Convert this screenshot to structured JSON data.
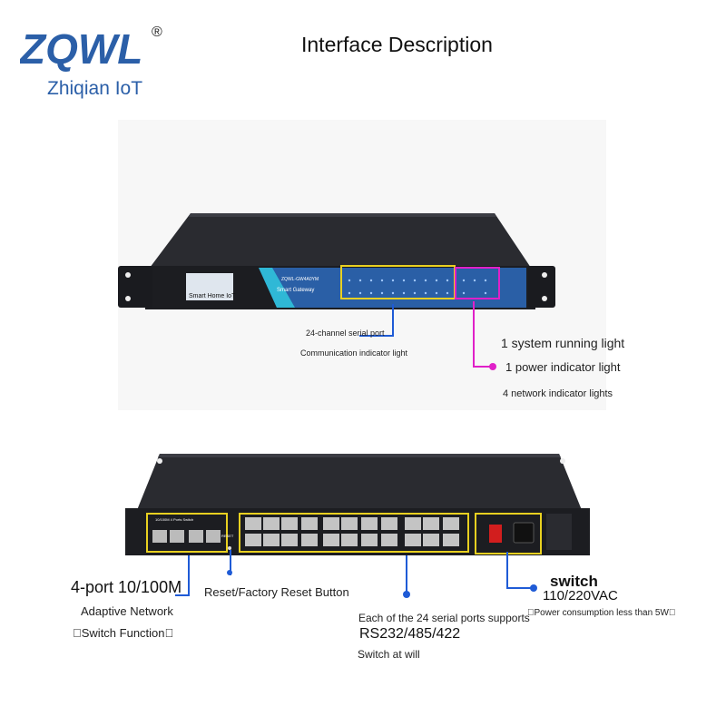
{
  "brand": {
    "logo_text": "ZQWL",
    "registered_mark": "®",
    "subtitle": "Zhiqian IoT"
  },
  "title": "Interface Description",
  "front_panel": {
    "logo_caption": "Smart Home IoT",
    "model_label": "ZQWL-GW4A0YM",
    "product_label": "Smart Gateway",
    "serial_callout": {
      "line1": "24-channel serial port",
      "line2": "Communication indicator light"
    },
    "indicator_callout": {
      "line1": "1 system running light",
      "line2": "1 power indicator light",
      "line3": "4 network indicator lights"
    }
  },
  "back_panel": {
    "switch_panel_label": "10/100M 4 Ports Switch",
    "reset_label": "RESET",
    "network_callout": {
      "line1": "4-port 10/100M",
      "line2": "Adaptive Network",
      "line3": "\u0000Switch Function\u0000"
    },
    "reset_callout": "Reset/Factory Reset Button",
    "serial_callout": {
      "line1": "Each of the 24 serial ports supports",
      "line2": "RS232/485/422",
      "line3": "Switch at will"
    },
    "power_callout": {
      "line1": "switch",
      "line2": "110/220VAC",
      "line3": "\u0000Power consumption less than 5W\u0000"
    }
  },
  "colors": {
    "brand_blue": "#2b5fa8",
    "brand_green": "#5aa832",
    "callout_blue": "#1f5bd6",
    "callout_magenta": "#e020c8",
    "highlight_yellow": "#e8d020",
    "device_dark": "#1c1d21",
    "panel_blue": "#2a5fa6"
  }
}
